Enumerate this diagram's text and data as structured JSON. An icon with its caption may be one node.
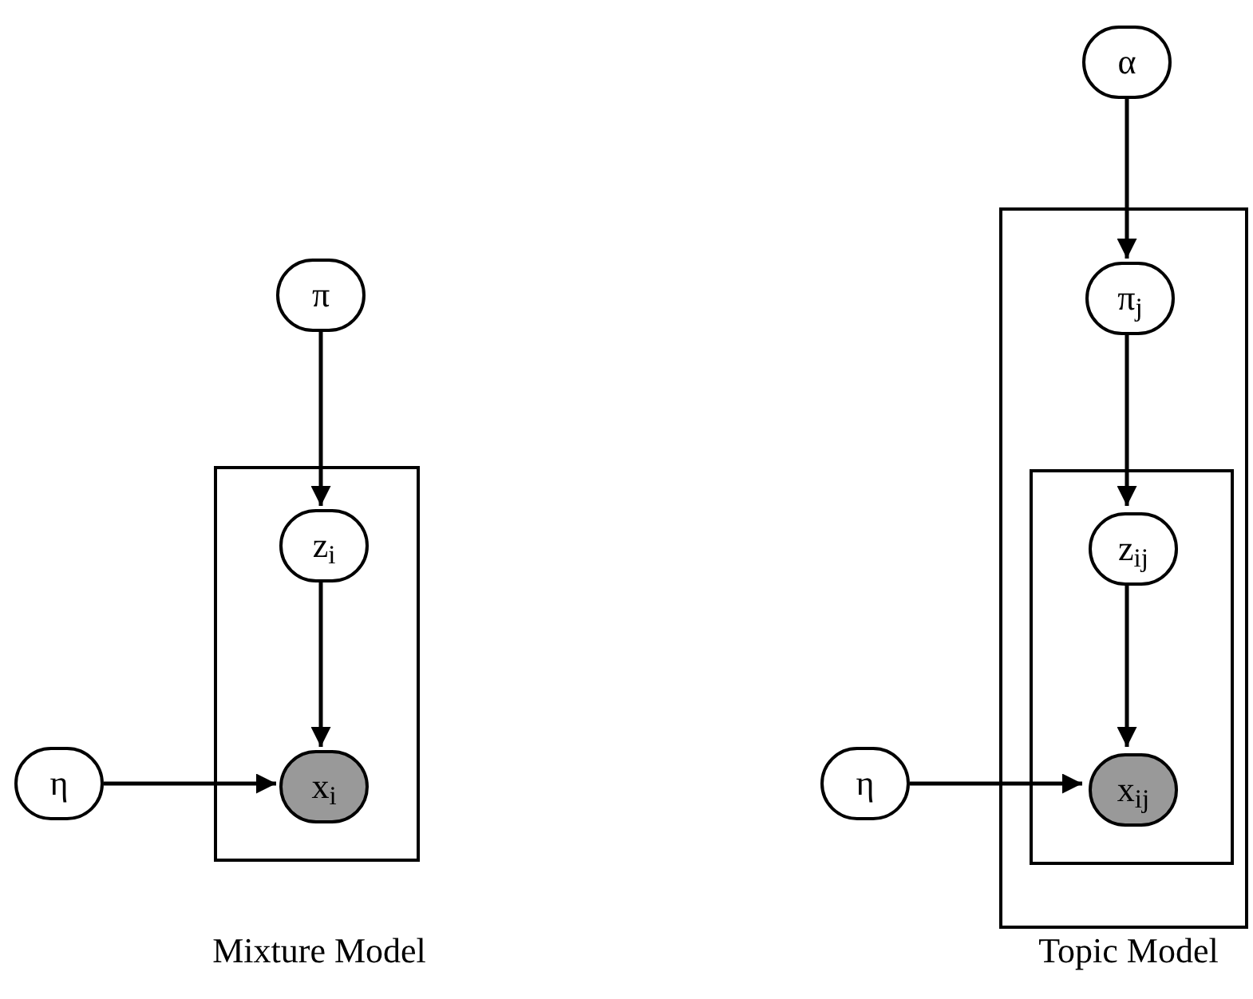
{
  "diagram": {
    "nodes": [
      {
        "text": [
          "π"
        ]
      },
      {
        "text": [],
        "shape": "box"
      },
      {
        "text": [
          "z$_{i}$"
        ],
        "in": 1
      },
      {
        "text": [
          "η"
        ]
      },
      {
        "text": [
          "x$_{i}$"
        ],
        "in": 1
      },
      {
        "text": [
          "α"
        ]
      },
      {
        "text": [],
        "shape": "box"
      },
      {
        "text": [
          "π$_{j}$"
        ],
        "in": 6
      },
      {
        "text": [],
        "shape": "box",
        "in": 6
      },
      {
        "text": [
          "z$_{ij}$"
        ],
        "in": 8
      },
      {
        "text": [
          "η"
        ]
      },
      {
        "text": [
          "x$_{ij}$"
        ],
        "in": 8
      }
    ],
    "edges": [
      {
        "from": 0,
        "to": 2,
        "arrow": "to"
      },
      {
        "from": 2,
        "to": 4,
        "arrow": "to"
      },
      {
        "from": 3,
        "to": 4,
        "arrow": "to"
      },
      {
        "from": 5,
        "to": 7,
        "arrow": "to"
      },
      {
        "from": 7,
        "to": 9,
        "arrow": "to"
      },
      {
        "from": 9,
        "to": 11,
        "arrow": "to"
      },
      {
        "from": 10,
        "to": 11,
        "arrow": "to"
      }
    ],
    "labels": [
      "Mixture Model",
      "Topic Model"
    ]
  }
}
